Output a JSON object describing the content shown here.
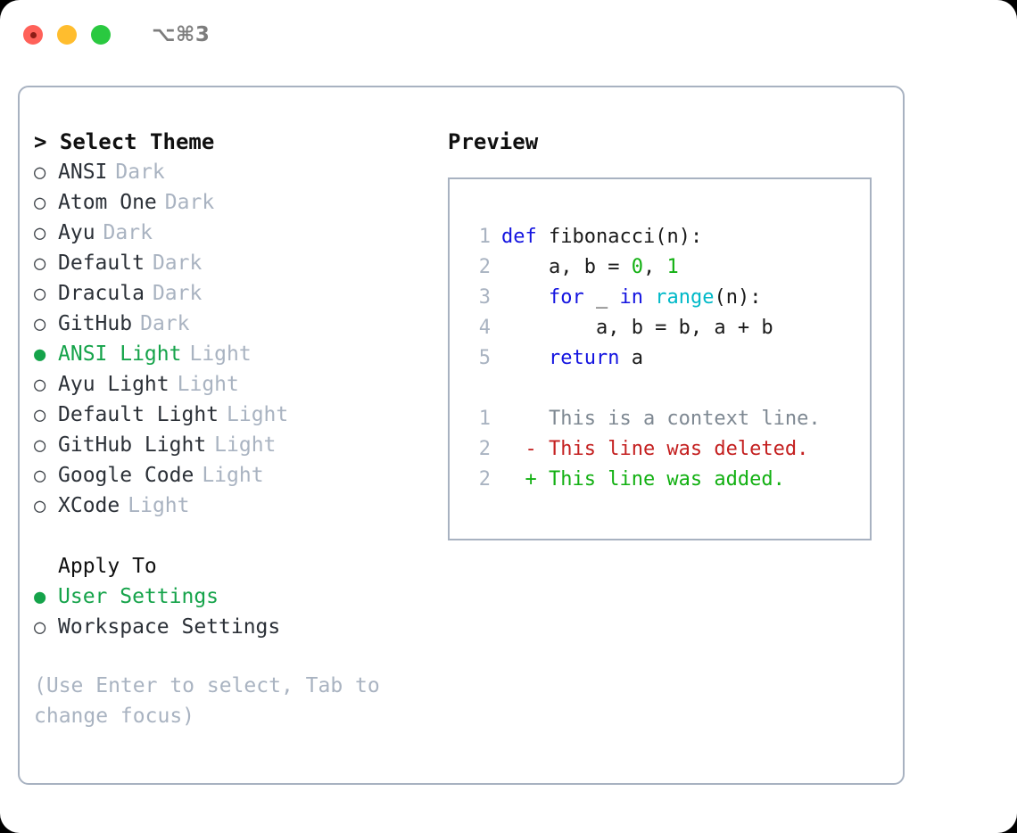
{
  "titlebar": {
    "shortcut": "⌥⌘3",
    "dots": [
      "close",
      "minimize",
      "maximize"
    ]
  },
  "theme_panel": {
    "heading": "> Select Theme",
    "marker_on": "●",
    "marker_off": "○",
    "items": [
      {
        "label": "ANSI",
        "variant": "Dark",
        "selected": false
      },
      {
        "label": "Atom One",
        "variant": "Dark",
        "selected": false
      },
      {
        "label": "Ayu",
        "variant": "Dark",
        "selected": false
      },
      {
        "label": "Default",
        "variant": "Dark",
        "selected": false
      },
      {
        "label": "Dracula",
        "variant": "Dark",
        "selected": false
      },
      {
        "label": "GitHub",
        "variant": "Dark",
        "selected": false
      },
      {
        "label": "ANSI Light",
        "variant": "Light",
        "selected": true
      },
      {
        "label": "Ayu Light",
        "variant": "Light",
        "selected": false
      },
      {
        "label": "Default Light",
        "variant": "Light",
        "selected": false
      },
      {
        "label": "GitHub Light",
        "variant": "Light",
        "selected": false
      },
      {
        "label": "Google Code",
        "variant": "Light",
        "selected": false
      },
      {
        "label": "XCode",
        "variant": "Light",
        "selected": false
      }
    ]
  },
  "apply_to": {
    "heading": "Apply To",
    "options": [
      {
        "label": "User Settings",
        "selected": true
      },
      {
        "label": "Workspace Settings",
        "selected": false
      }
    ]
  },
  "hint": "(Use Enter to select, Tab to change focus)",
  "preview": {
    "heading": "Preview",
    "code": [
      {
        "no": "1",
        "tokens": [
          {
            "t": "def",
            "c": "kw"
          },
          {
            "t": " fibonacci",
            "c": "fn"
          },
          {
            "t": "(n):",
            "c": "plain"
          }
        ]
      },
      {
        "no": "2",
        "tokens": [
          {
            "t": "    a, b = ",
            "c": "plain"
          },
          {
            "t": "0",
            "c": "num"
          },
          {
            "t": ", ",
            "c": "plain"
          },
          {
            "t": "1",
            "c": "num"
          }
        ]
      },
      {
        "no": "3",
        "tokens": [
          {
            "t": "    ",
            "c": "plain"
          },
          {
            "t": "for",
            "c": "kw"
          },
          {
            "t": " _ ",
            "c": "plain"
          },
          {
            "t": "in",
            "c": "kw"
          },
          {
            "t": " ",
            "c": "plain"
          },
          {
            "t": "range",
            "c": "bi"
          },
          {
            "t": "(n):",
            "c": "plain"
          }
        ]
      },
      {
        "no": "4",
        "tokens": [
          {
            "t": "        a, b = b, a + b",
            "c": "plain"
          }
        ]
      },
      {
        "no": "5",
        "tokens": [
          {
            "t": "    ",
            "c": "plain"
          },
          {
            "t": "return",
            "c": "kw"
          },
          {
            "t": " a",
            "c": "plain"
          }
        ]
      }
    ],
    "diff": [
      {
        "no": "1",
        "sign": " ",
        "text": "This is a context line.",
        "kind": "ctx"
      },
      {
        "no": "2",
        "sign": "-",
        "text": "This line was deleted.",
        "kind": "del"
      },
      {
        "no": "2",
        "sign": "+",
        "text": "This line was added.",
        "kind": "add"
      }
    ]
  },
  "colors": {
    "accent_green": "#15a34a",
    "muted": "#a9b3c1",
    "border": "#a8b2c1",
    "keyword": "#1414e0",
    "builtin": "#00b9c8",
    "number": "#12b012",
    "diff_delete": "#c42020",
    "diff_add": "#12b012",
    "dot_red": "#ff6159",
    "dot_yellow": "#ffbd2e",
    "dot_green": "#2ac940"
  }
}
